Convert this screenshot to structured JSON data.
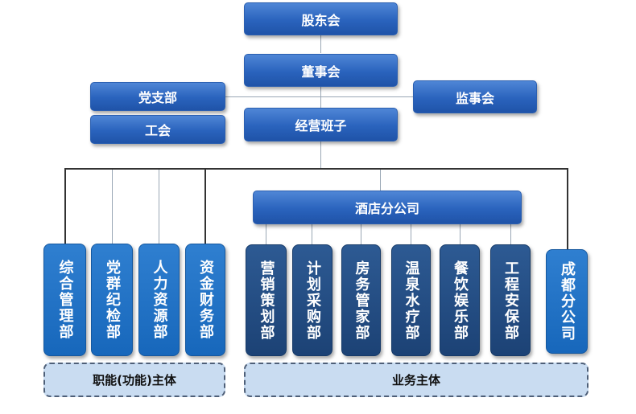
{
  "top": {
    "shareholders": "股东会",
    "board": "董事会",
    "party_branch": "党支部",
    "supervisors": "监事会",
    "union": "工会",
    "management": "经营班子"
  },
  "hotel_branch": "酒店分公司",
  "functional_departments": [
    "综合管理部",
    "党群纪检部",
    "人力资源部",
    "资金财务部"
  ],
  "business_departments": [
    "营销策划部",
    "计划采购部",
    "房务管家部",
    "温泉水疗部",
    "餐饮娱乐部",
    "工程安保部"
  ],
  "chengdu_branch": "成都分公司",
  "groups": {
    "functional": "职能(功能)主体",
    "business": "业务主体"
  }
}
